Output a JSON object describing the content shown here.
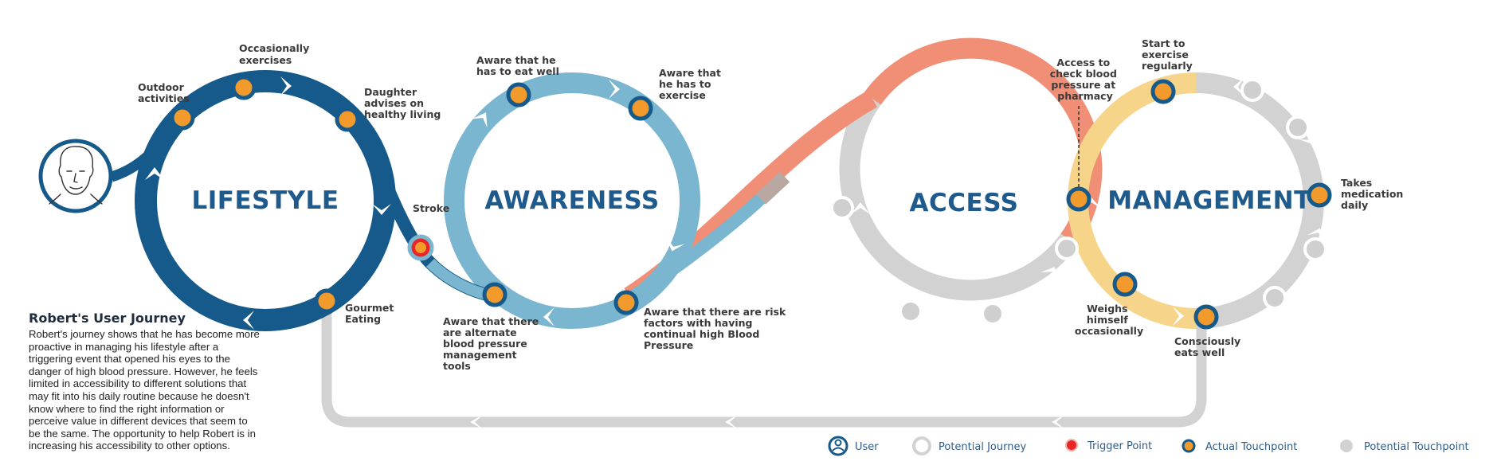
{
  "phases": {
    "lifestyle": "LIFESTYLE",
    "awareness": "AWARENESS",
    "access": "ACCESS",
    "management": "MANAGEMENT"
  },
  "touchpoints": {
    "outdoor": [
      "Outdoor",
      "activities"
    ],
    "exercises": [
      "Occasionally",
      "exercises"
    ],
    "daughter": [
      "Daughter",
      "advises on",
      "healthy living"
    ],
    "gourmet": [
      "Gourmet",
      "Eating"
    ],
    "stroke": [
      "Stroke"
    ],
    "eat_well": [
      "Aware that he",
      "has to eat well"
    ],
    "exercise": [
      "Aware that",
      "he has to",
      "exercise"
    ],
    "alternate": [
      "Aware that there",
      "are alternate",
      "blood pressure",
      "management",
      "tools"
    ],
    "risk": [
      "Aware that there are risk",
      "factors with having",
      "continual high Blood",
      "Pressure"
    ],
    "pharmacy": [
      "Access to",
      "check blood",
      "pressure at",
      "pharmacy"
    ],
    "start_exercise": [
      "Start to",
      "exercise",
      "regularly"
    ],
    "medication": [
      "Takes",
      "medication",
      "daily"
    ],
    "weighs": [
      "Weighs",
      "himself",
      "occasionally"
    ],
    "eats_well": [
      "Consciously",
      "eats well"
    ]
  },
  "story": {
    "title": "Robert's User Journey",
    "body": "Robert's journey shows that he has become more proactive in managing his lifestyle after a triggering event that opened his eyes to the danger of high blood pressure. However, he feels limited in accessibility to different solutions that may fit into his daily routine because he doesn't know where to find the right information or perceive value in different devices that seem to be the same. The opportunity to help Robert is in increasing his accessibility to other options."
  },
  "legend": {
    "user": "User",
    "potential_journey": "Potential Journey",
    "trigger_point": "Trigger Point",
    "actual_touchpoint": "Actual Touchpoint",
    "potential_touchpoint": "Potential Touchpoint"
  },
  "colors": {
    "lifestyle": "#155a8a",
    "awareness": "#7bb6d0",
    "access": "#f08e76",
    "management": "#f6d58a",
    "potential": "#d2d2d2",
    "touchpoint": "#f39a2c",
    "trigger": "#e8262a"
  }
}
